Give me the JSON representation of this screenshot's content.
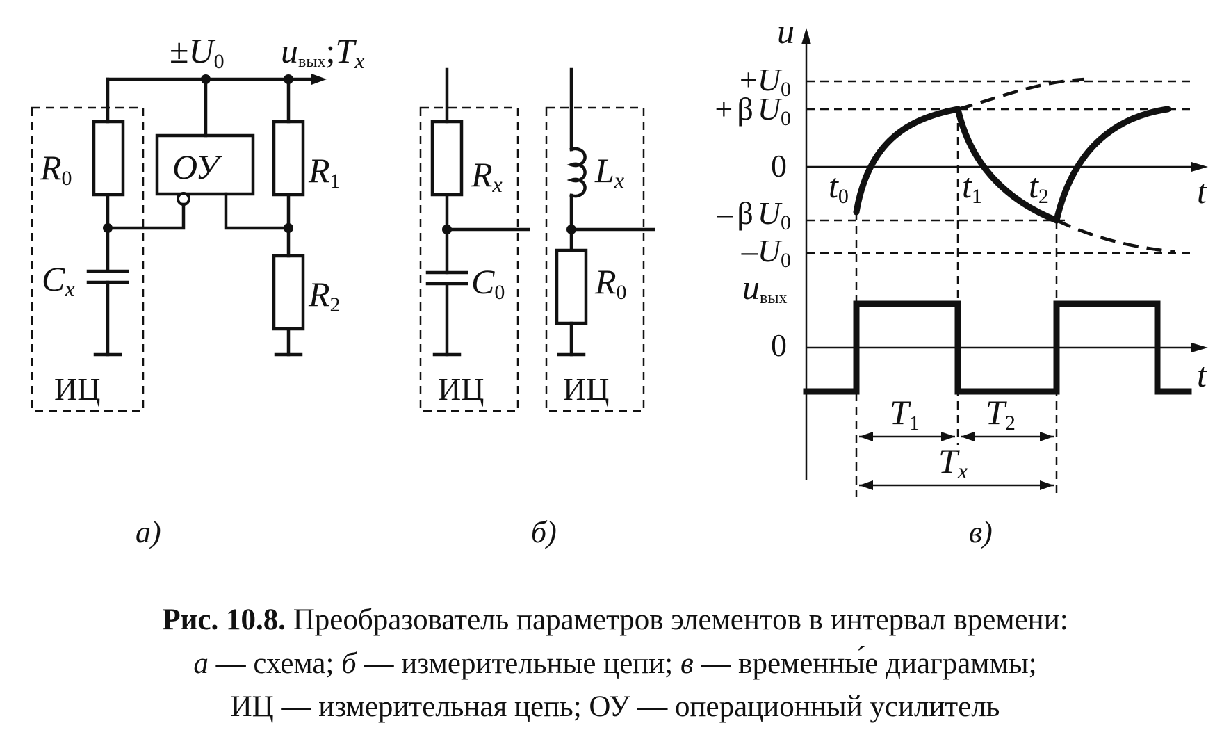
{
  "circuit_a": {
    "supply_sign": "±",
    "supply": "U",
    "supply_sub": "0",
    "output": "u",
    "output_sub": "вых",
    "output_sep": ";",
    "output_period": "T",
    "output_period_sub": "x",
    "r0": "R",
    "r0_sub": "0",
    "cx": "C",
    "cx_sub": "x",
    "opamp": "ОУ",
    "r1": "R",
    "r1_sub": "1",
    "r2": "R",
    "r2_sub": "2",
    "box": "ИЦ"
  },
  "circuit_b": {
    "rx": "R",
    "rx_sub": "x",
    "c0": "C",
    "c0_sub": "0",
    "lx": "L",
    "lx_sub": "x",
    "r0": "R",
    "r0_sub": "0",
    "box_left": "ИЦ",
    "box_right": "ИЦ"
  },
  "diagram_v": {
    "y_axis": "u",
    "levels": [
      {
        "sign": "+",
        "beta": "",
        "label": "U",
        "sub": "0"
      },
      {
        "sign": "+",
        "beta": "β",
        "label": "U",
        "sub": "0"
      },
      {
        "sign": "",
        "beta": "",
        "label": "0",
        "sub": ""
      },
      {
        "sign": "–",
        "beta": "β",
        "label": "U",
        "sub": "0"
      },
      {
        "sign": "–",
        "beta": "",
        "label": "U",
        "sub": "0"
      }
    ],
    "t_axis": "t",
    "t0": "t",
    "t0_sub": "0",
    "t1": "t",
    "t1_sub": "1",
    "t2": "t",
    "t2_sub": "2",
    "out_axis": "u",
    "out_axis_sub": "вых",
    "out_zero": "0",
    "out_t_axis": "t",
    "T1": "T",
    "T1_sub": "1",
    "T2": "T",
    "T2_sub": "2",
    "Tx": "T",
    "Tx_sub": "x"
  },
  "panel_labels": {
    "a": "а)",
    "b": "б)",
    "v": "в)"
  },
  "caption": {
    "line1_bold": "Рис. 10.8.",
    "line1_rest": " Преобразователь параметров элементов в интервал времени:",
    "line2": [
      {
        "text": "а",
        "italic": true
      },
      {
        "text": " — схема; ",
        "italic": false
      },
      {
        "text": "б",
        "italic": true
      },
      {
        "text": " — измерительные цепи; ",
        "italic": false
      },
      {
        "text": "в",
        "italic": true
      },
      {
        "text": " — временны́е диаграммы;",
        "italic": false
      }
    ],
    "line3": "ИЦ — измерительная цепь; ОУ — операционный усилитель"
  }
}
